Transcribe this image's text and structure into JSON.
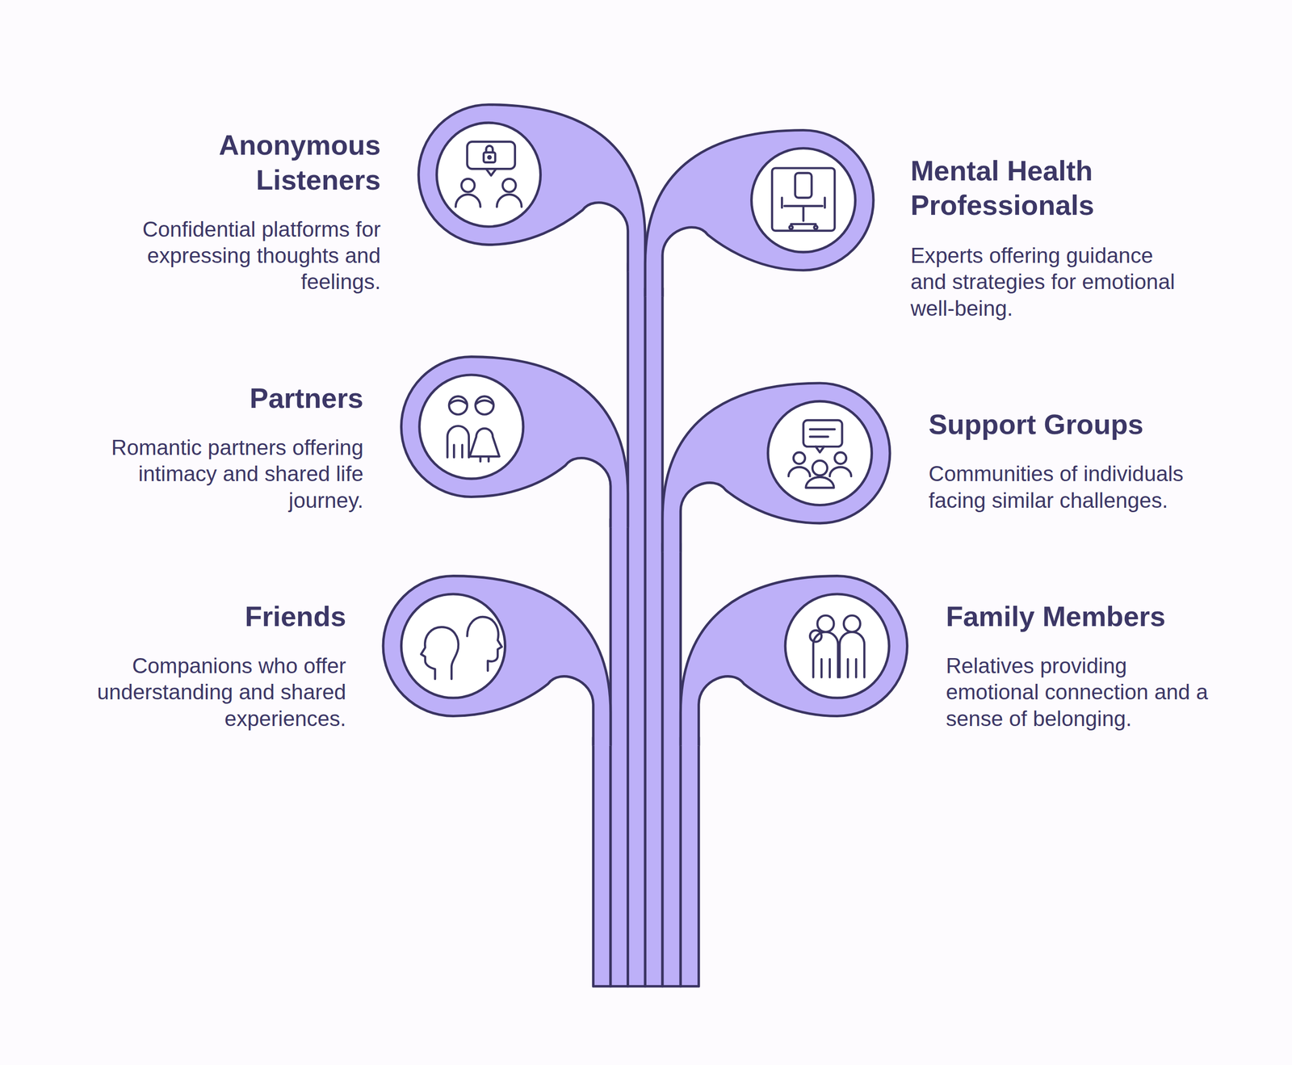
{
  "diagram": {
    "nodes": [
      {
        "text": [
          "Anonymous Listeners",
          "Confidential platforms for expressing thoughts and feelings."
        ]
      },
      {
        "text": [
          "Mental Health Professionals",
          "Experts offering guidance and strategies for emotional well-being."
        ]
      },
      {
        "text": [
          "Partners",
          "Romantic partners offering intimacy and shared life journey."
        ]
      },
      {
        "text": [
          "Support Groups",
          "Communities of individuals facing similar challenges."
        ]
      },
      {
        "text": [
          "Friends",
          "Companions who offer understanding and shared experiences."
        ]
      },
      {
        "text": [
          "Family Members",
          "Relatives providing emotional connection and a sense of belonging."
        ]
      }
    ]
  }
}
